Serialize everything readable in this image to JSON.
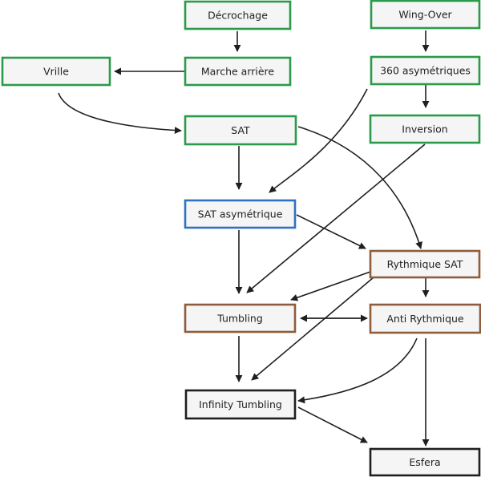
{
  "colors": {
    "green": "#2b9a4b",
    "blue": "#2f72c0",
    "brown": "#8e5d3c",
    "black": "#1f1f1f",
    "box_fill": "#f5f5f5",
    "edge": "#1f1f1f"
  },
  "nodes": {
    "decrochage": "Décrochage",
    "wing_over": "Wing-Over",
    "vrille": "Vrille",
    "marche_arriere": "Marche arrière",
    "asymetriques_360": "360 asymétriques",
    "sat": "SAT",
    "inversion": "Inversion",
    "sat_asymetrique": "SAT asymétrique",
    "rythmique_sat": "Rythmique SAT",
    "tumbling": "Tumbling",
    "anti_rythmique": "Anti Rythmique",
    "infinity_tumbling": "Infinity Tumbling",
    "esfera": "Esfera"
  },
  "edges": [
    [
      "decrochage",
      "marche_arriere"
    ],
    [
      "wing_over",
      "asymetriques_360"
    ],
    [
      "marche_arriere",
      "vrille"
    ],
    [
      "vrille",
      "sat"
    ],
    [
      "asymetriques_360",
      "inversion"
    ],
    [
      "asymetriques_360",
      "sat_asymetrique"
    ],
    [
      "sat",
      "sat_asymetrique"
    ],
    [
      "sat",
      "rythmique_sat"
    ],
    [
      "inversion",
      "tumbling"
    ],
    [
      "sat_asymetrique",
      "rythmique_sat"
    ],
    [
      "sat_asymetrique",
      "tumbling"
    ],
    [
      "rythmique_sat",
      "tumbling"
    ],
    [
      "rythmique_sat",
      "anti_rythmique"
    ],
    [
      "rythmique_sat",
      "infinity_tumbling"
    ],
    [
      "tumbling",
      "anti_rythmique"
    ],
    [
      "anti_rythmique",
      "tumbling"
    ],
    [
      "tumbling",
      "infinity_tumbling"
    ],
    [
      "anti_rythmique",
      "infinity_tumbling"
    ],
    [
      "anti_rythmique",
      "esfera"
    ],
    [
      "infinity_tumbling",
      "esfera"
    ]
  ]
}
